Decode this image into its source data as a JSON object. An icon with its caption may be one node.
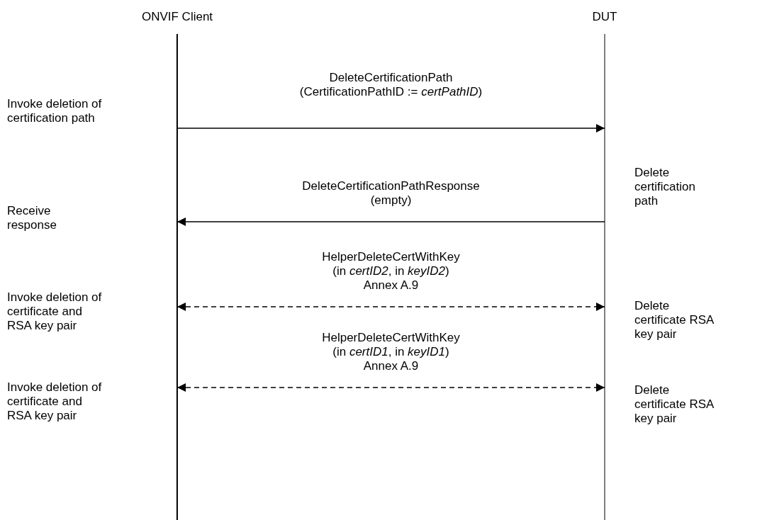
{
  "diagram": {
    "nodes": [
      {
        "text": [
          "ONVIF Client"
        ]
      },
      {
        "text": [
          "DUT"
        ]
      }
    ],
    "edges": [
      {
        "from": 0,
        "to": 1,
        "arrow": "to",
        "label": "DeleteCertificationPath (CertificationPathID := *certPathID*)"
      },
      {
        "from": 1,
        "to": 0,
        "arrow": "to",
        "label": "DeleteCertificationPathResponse (empty)"
      },
      {
        "from": 0,
        "to": 1,
        "arrow": "both",
        "style": "dashed",
        "label": "HelperDeleteCertWithKey (in *certID2*, in *keyID2*) Annex A.9"
      },
      {
        "from": 0,
        "to": 1,
        "arrow": "both",
        "style": "dashed",
        "label": "HelperDeleteCertWithKey (in *certID1*, in *keyID1*) Annex A.9"
      }
    ],
    "labels": [
      "Invoke deletion of certification path",
      "Delete certification path",
      "Receive response",
      "Invoke deletion of certificate and RSA key pair",
      "Delete certificate RSA key pair",
      "Invoke deletion of certificate and RSA key pair",
      "Delete certificate RSA key pair"
    ]
  }
}
